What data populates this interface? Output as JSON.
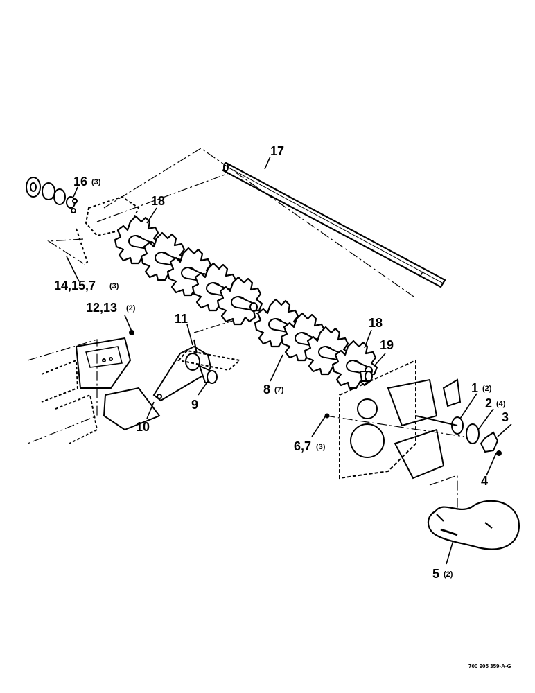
{
  "callouts": {
    "c17": "17",
    "c16": "16",
    "c16_qty": "(3)",
    "c18a": "18",
    "c14": "14,15,7",
    "c14_qty": "(3)",
    "c12": "12,13",
    "c12_qty": "(2)",
    "c11": "11",
    "c9": "9",
    "c10": "10",
    "c8": "8",
    "c8_qty": "(7)",
    "c18b": "18",
    "c19": "19",
    "c1": "1",
    "c1_qty": "(2)",
    "c2": "2",
    "c2_qty": "(4)",
    "c3": "3",
    "c6": "6,7",
    "c6_qty": "(3)",
    "c4": "4",
    "c5": "5",
    "c5_qty": "(2)"
  },
  "reference_number": "700 905 359-A-G"
}
